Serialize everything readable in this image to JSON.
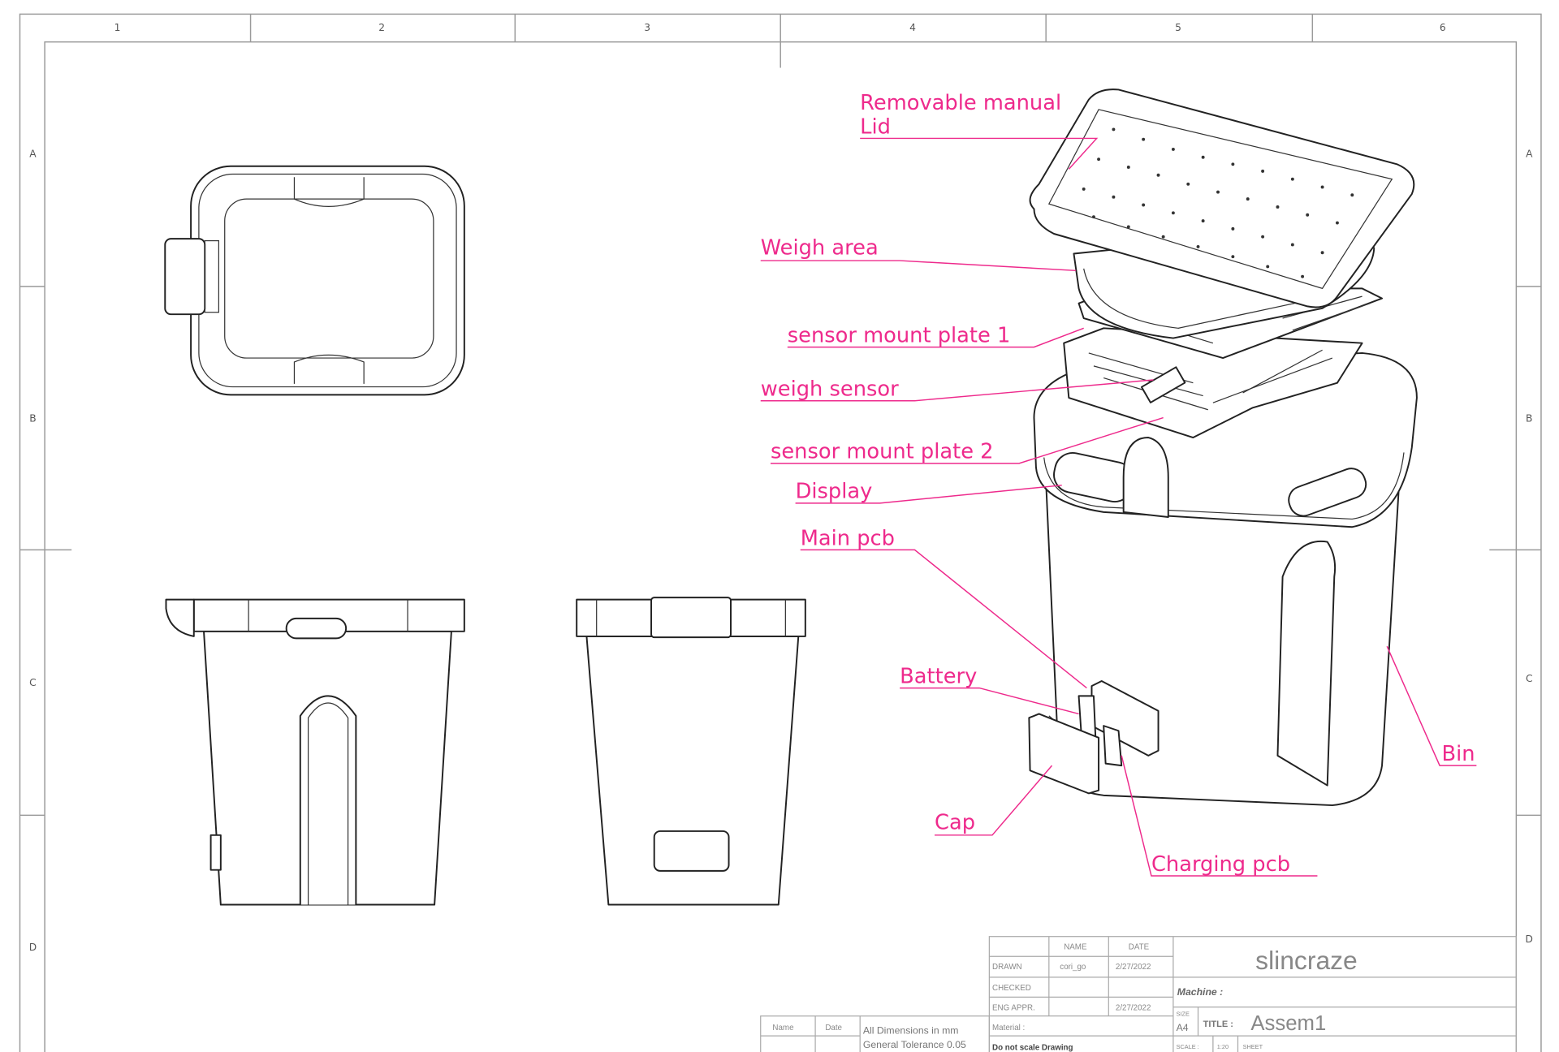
{
  "sheet": {
    "columns": [
      "1",
      "2",
      "3",
      "4",
      "5",
      "6"
    ],
    "rows": [
      "A",
      "B",
      "C",
      "D"
    ]
  },
  "callouts": {
    "lid_line1": "Removable manual",
    "lid_line2": "Lid",
    "weigh_area": "Weigh area",
    "sensor_plate_1": "sensor mount plate 1",
    "weigh_sensor": "weigh sensor",
    "sensor_plate_2": "sensor mount plate 2",
    "display": "Display",
    "main_pcb": "Main pcb",
    "battery": "Battery",
    "cap": "Cap",
    "charging_pcb": "Charging pcb",
    "bin": "Bin"
  },
  "title_block": {
    "col_name": "NAME",
    "col_date": "DATE",
    "drawn_label": "DRAWN",
    "drawn_name": "cori_go",
    "drawn_date": "2/27/2022",
    "checked_label": "CHECKED",
    "eng_appr_label": "ENG APPR.",
    "eng_appr_date": "2/27/2022",
    "company": "slincraze",
    "machine_label": "Machine :",
    "size_label": "SIZE",
    "size_value": "A4",
    "title_label": "TITLE :",
    "title_value": "Assem1",
    "material_label": "Material :",
    "do_not_scale": "Do not scale Drawing",
    "scale_label": "SCALE :",
    "scale_value": "1:20",
    "sheet_label": "SHEET",
    "rev_name": "Name",
    "rev_date": "Date",
    "dims_note": "All Dimensions in mm",
    "tolerance_note": "General Tolerance  0.05"
  }
}
